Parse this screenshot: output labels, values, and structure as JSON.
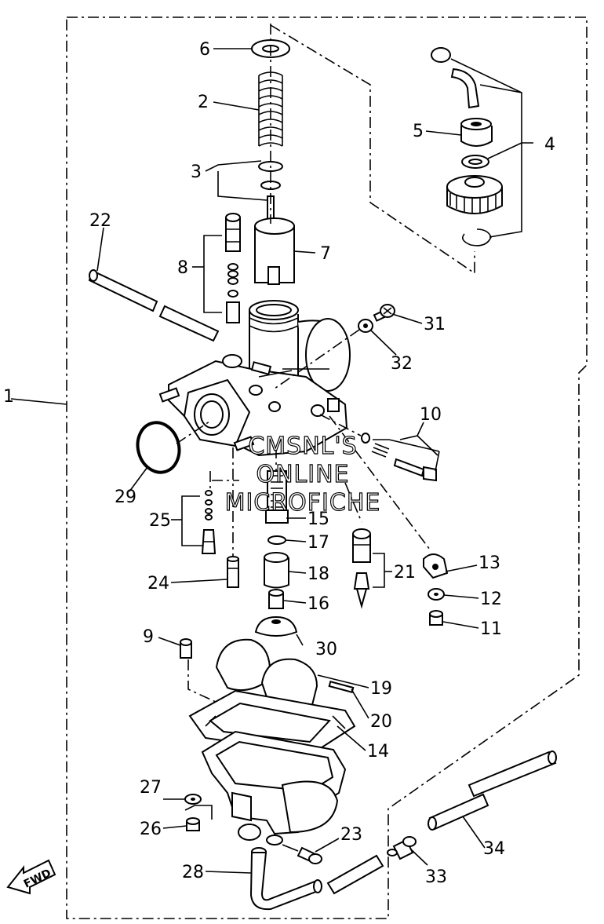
{
  "diagram": {
    "watermark": [
      "CMSNL'S",
      "ONLINE",
      "MICROFICHE"
    ],
    "fwd_label": "FWD",
    "part_numbers": {
      "p1": "1",
      "p2": "2",
      "p3": "3",
      "p4": "4",
      "p5": "5",
      "p6": "6",
      "p7": "7",
      "p8": "8",
      "p9": "9",
      "p10": "10",
      "p11": "11",
      "p12": "12",
      "p13": "13",
      "p14": "14",
      "p15": "15",
      "p16": "16",
      "p17": "17",
      "p18": "18",
      "p19": "19",
      "p20": "20",
      "p21": "21",
      "p22": "22",
      "p23": "23",
      "p24": "24",
      "p25": "25",
      "p26": "26",
      "p27": "27",
      "p28": "28",
      "p29": "29",
      "p30": "30",
      "p31": "31",
      "p32": "32",
      "p33": "33",
      "p34": "34"
    }
  }
}
